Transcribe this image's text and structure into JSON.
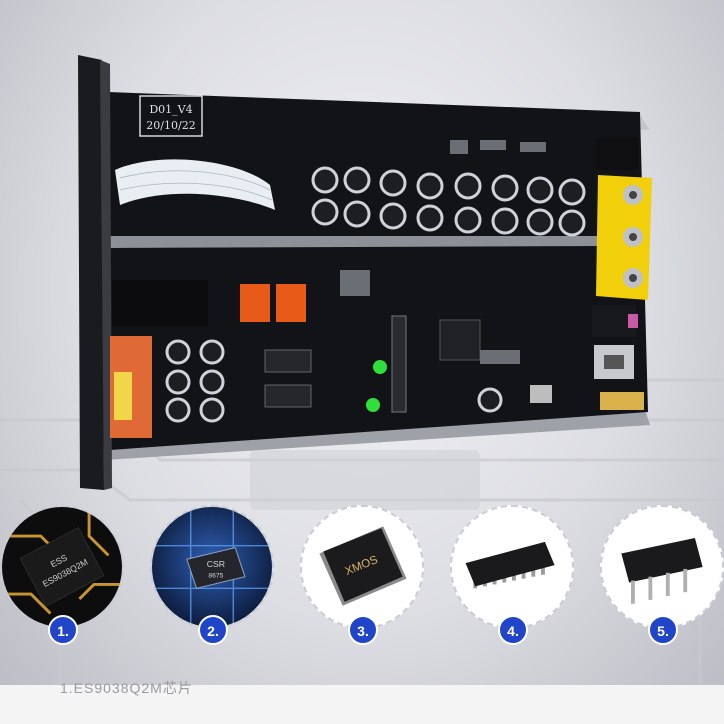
{
  "board": {
    "version_line1": "D01_V4",
    "version_line2": "20/10/22"
  },
  "chips": [
    {
      "badge": "1.",
      "marking_line1": "ESS",
      "marking_line2": "ES9038Q2M",
      "icon": "ess-dac-chip-icon"
    },
    {
      "badge": "2.",
      "marking_line1": "CSR",
      "marking_line2": "8675",
      "icon": "csr-bluetooth-chip-icon"
    },
    {
      "badge": "3.",
      "marking_line1": "XMOS",
      "marking_line2": "",
      "icon": "xmos-usb-chip-icon"
    },
    {
      "badge": "4.",
      "marking_line1": "",
      "marking_line2": "",
      "icon": "soic-chip-icon"
    },
    {
      "badge": "5.",
      "marking_line1": "",
      "marking_line2": "",
      "icon": "dip8-chip-icon"
    }
  ],
  "footer": {
    "caption": "1.ES9038Q2M芯片"
  },
  "colors": {
    "pcb": "#111214",
    "rca_yellow": "#f2cf0b",
    "terminal_orange": "#e06a36",
    "relay_orange": "#e85a18",
    "badge_blue": "#2145c9",
    "led_green": "#2fe03a"
  }
}
